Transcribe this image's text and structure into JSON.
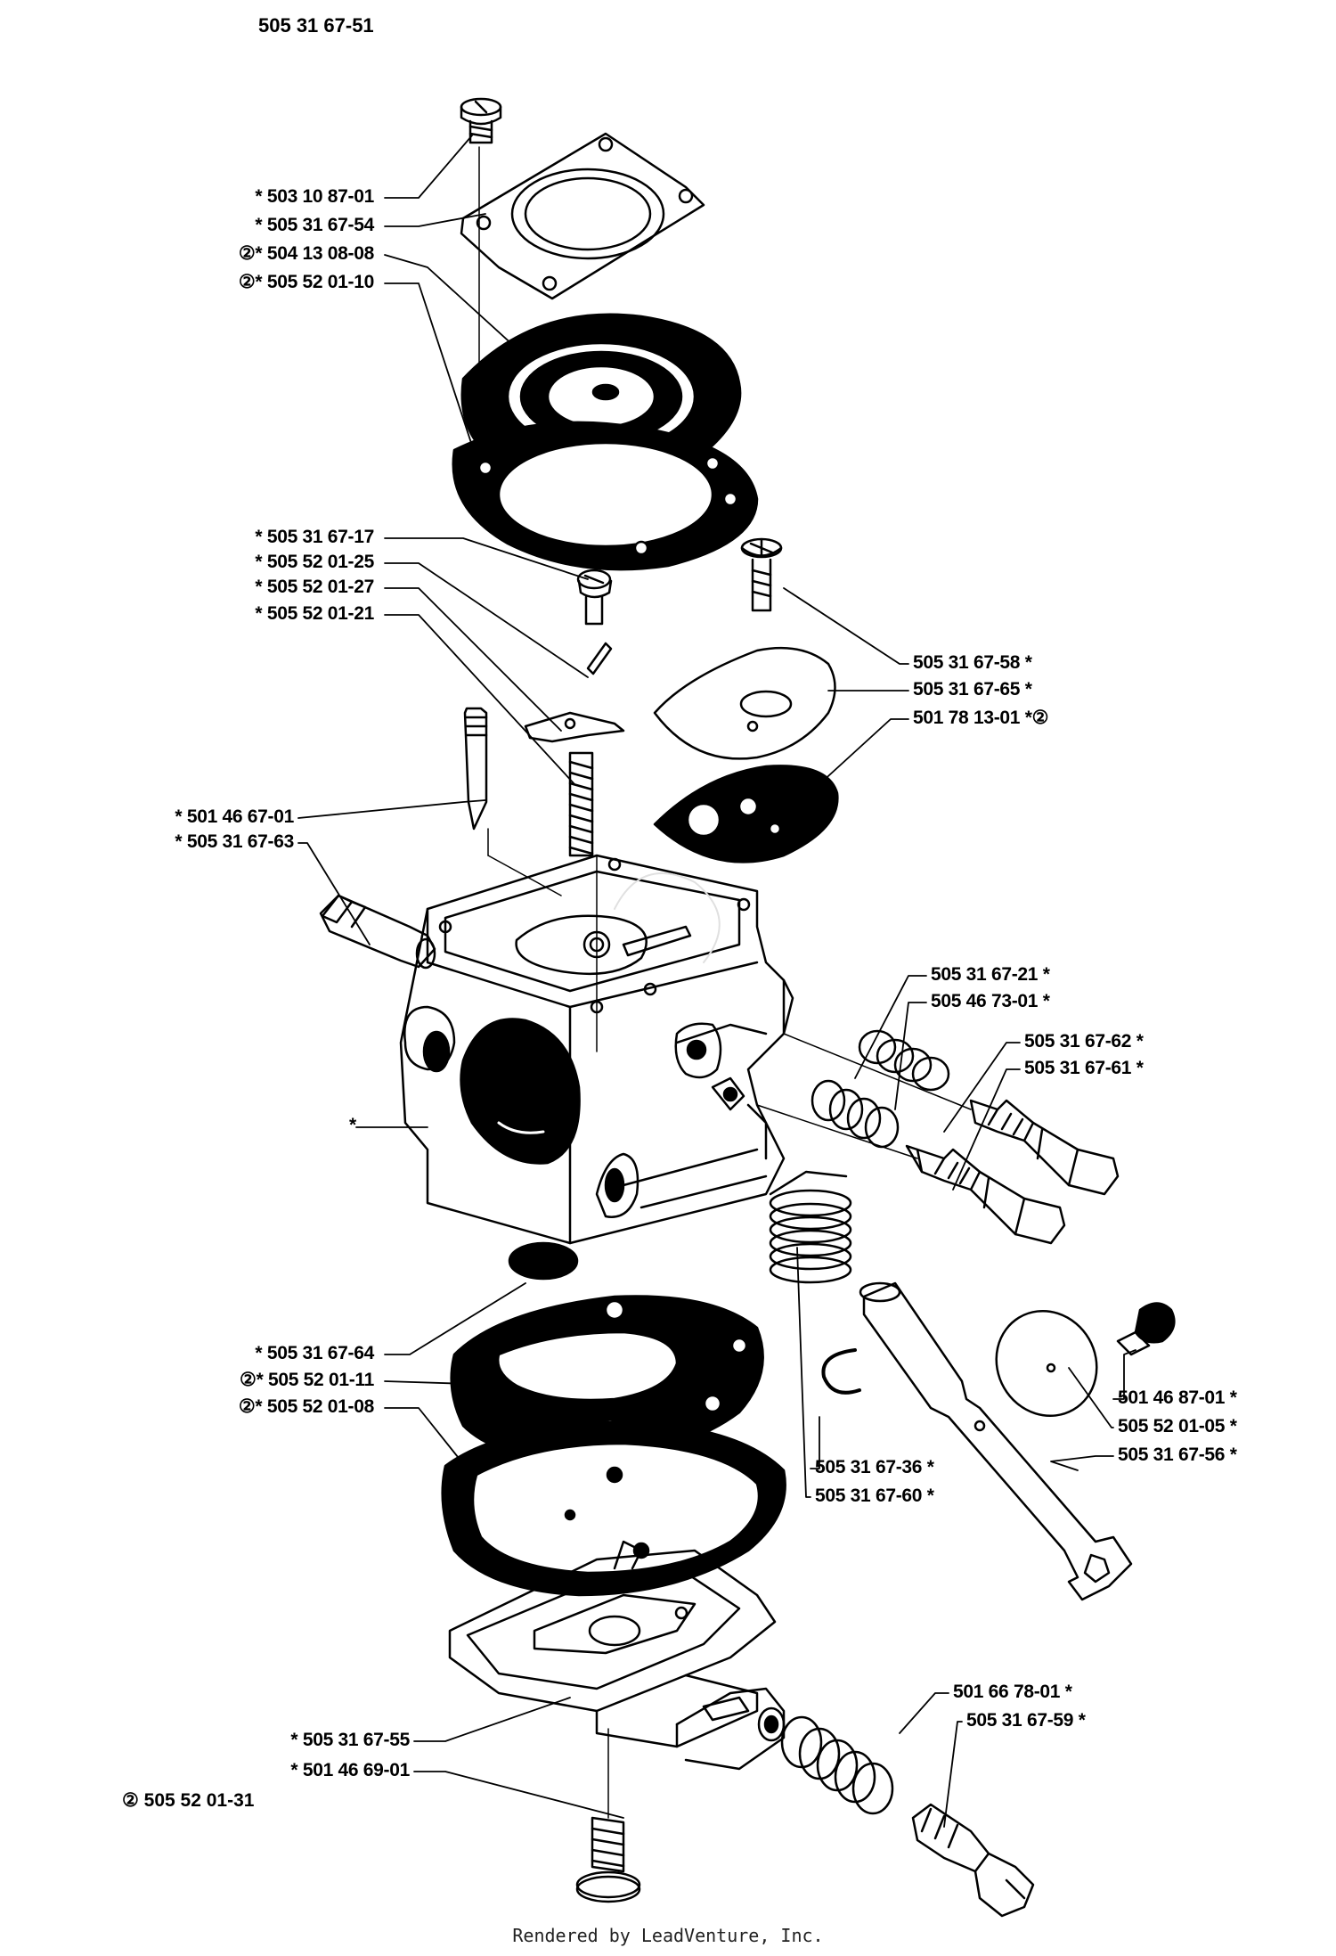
{
  "title": "505 31 67-51",
  "footer": "Rendered by LeadVenture, Inc.",
  "footnote": "② 505 52 01-31",
  "labels_left": [
    {
      "id": "l1",
      "text": "*  503 10 87-01"
    },
    {
      "id": "l2",
      "text": "*  505 31 67-54"
    },
    {
      "id": "l3",
      "text": "②*  504 13 08-08"
    },
    {
      "id": "l4",
      "text": "②*  505 52 01-10"
    },
    {
      "id": "l5",
      "text": "*  505 31 67-17"
    },
    {
      "id": "l6",
      "text": "*  505 52 01-25"
    },
    {
      "id": "l7",
      "text": "*  505 52 01-27"
    },
    {
      "id": "l8",
      "text": "*  505 52 01-21"
    },
    {
      "id": "l9",
      "text": "*  501 46 67-01"
    },
    {
      "id": "l10",
      "text": "*  505 31 67-63"
    },
    {
      "id": "l11",
      "text": "*"
    },
    {
      "id": "l12",
      "text": "*  505 31 67-64"
    },
    {
      "id": "l13",
      "text": "②*  505 52 01-11"
    },
    {
      "id": "l14",
      "text": "②*  505 52 01-08"
    },
    {
      "id": "l15",
      "text": "*  505 31 67-55"
    },
    {
      "id": "l16",
      "text": "*  501 46 69-01"
    }
  ],
  "labels_right": [
    {
      "id": "r1",
      "text": "505 31 67-58  *"
    },
    {
      "id": "r2",
      "text": "505 31 67-65  *"
    },
    {
      "id": "r3",
      "text": "501 78 13-01 *②"
    },
    {
      "id": "r4",
      "text": "505 31 67-21  *"
    },
    {
      "id": "r5",
      "text": "505 46 73-01  *"
    },
    {
      "id": "r6",
      "text": "505 31 67-62  *"
    },
    {
      "id": "r7",
      "text": "505 31 67-61  *"
    },
    {
      "id": "r8",
      "text": "501 46 87-01  *"
    },
    {
      "id": "r9",
      "text": "505 52 01-05  *"
    },
    {
      "id": "r10",
      "text": "505 31 67-56  *"
    },
    {
      "id": "r11",
      "text": "505 31 67-36  *"
    },
    {
      "id": "r12",
      "text": "505 31 67-60  *"
    },
    {
      "id": "r13",
      "text": "501 66 78-01  *"
    },
    {
      "id": "r14",
      "text": "505 31 67-59  *"
    }
  ]
}
